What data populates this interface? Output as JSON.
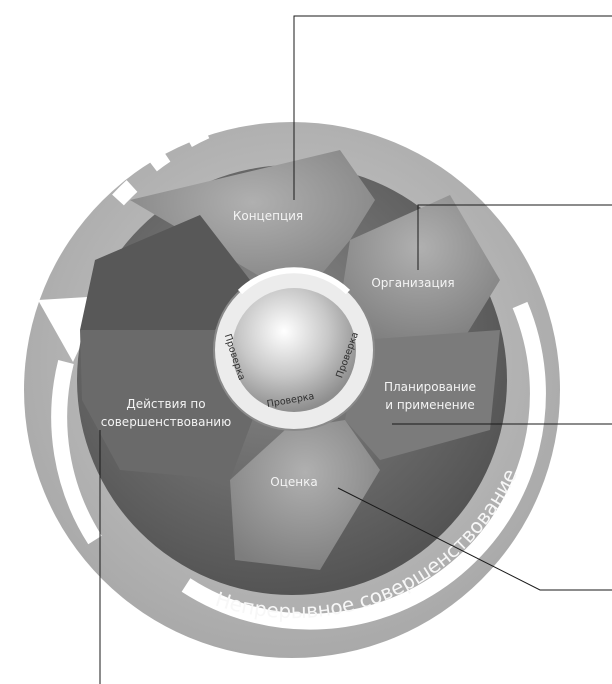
{
  "diagram": {
    "ring_text": "Непрерывное совершенствование",
    "center_checks": [
      "Проверка",
      "Проверка",
      "Проверка"
    ],
    "stages": [
      {
        "line1": "Концепция",
        "line2": ""
      },
      {
        "line1": "Организация",
        "line2": ""
      },
      {
        "line1": "Планирование",
        "line2": "и применение"
      },
      {
        "line1": "Оценка",
        "line2": ""
      },
      {
        "line1": "Действия по",
        "line2": "совершенствованию"
      }
    ]
  },
  "colors": {
    "outer_ring": "#b3b3b3",
    "inner_disk": "#6f6f6f",
    "blade_light": "#9a9a9a",
    "blade_dark": "#5d5d5d",
    "label_text": "#f4f4f4",
    "leader_lines": "#1a1a1a"
  }
}
